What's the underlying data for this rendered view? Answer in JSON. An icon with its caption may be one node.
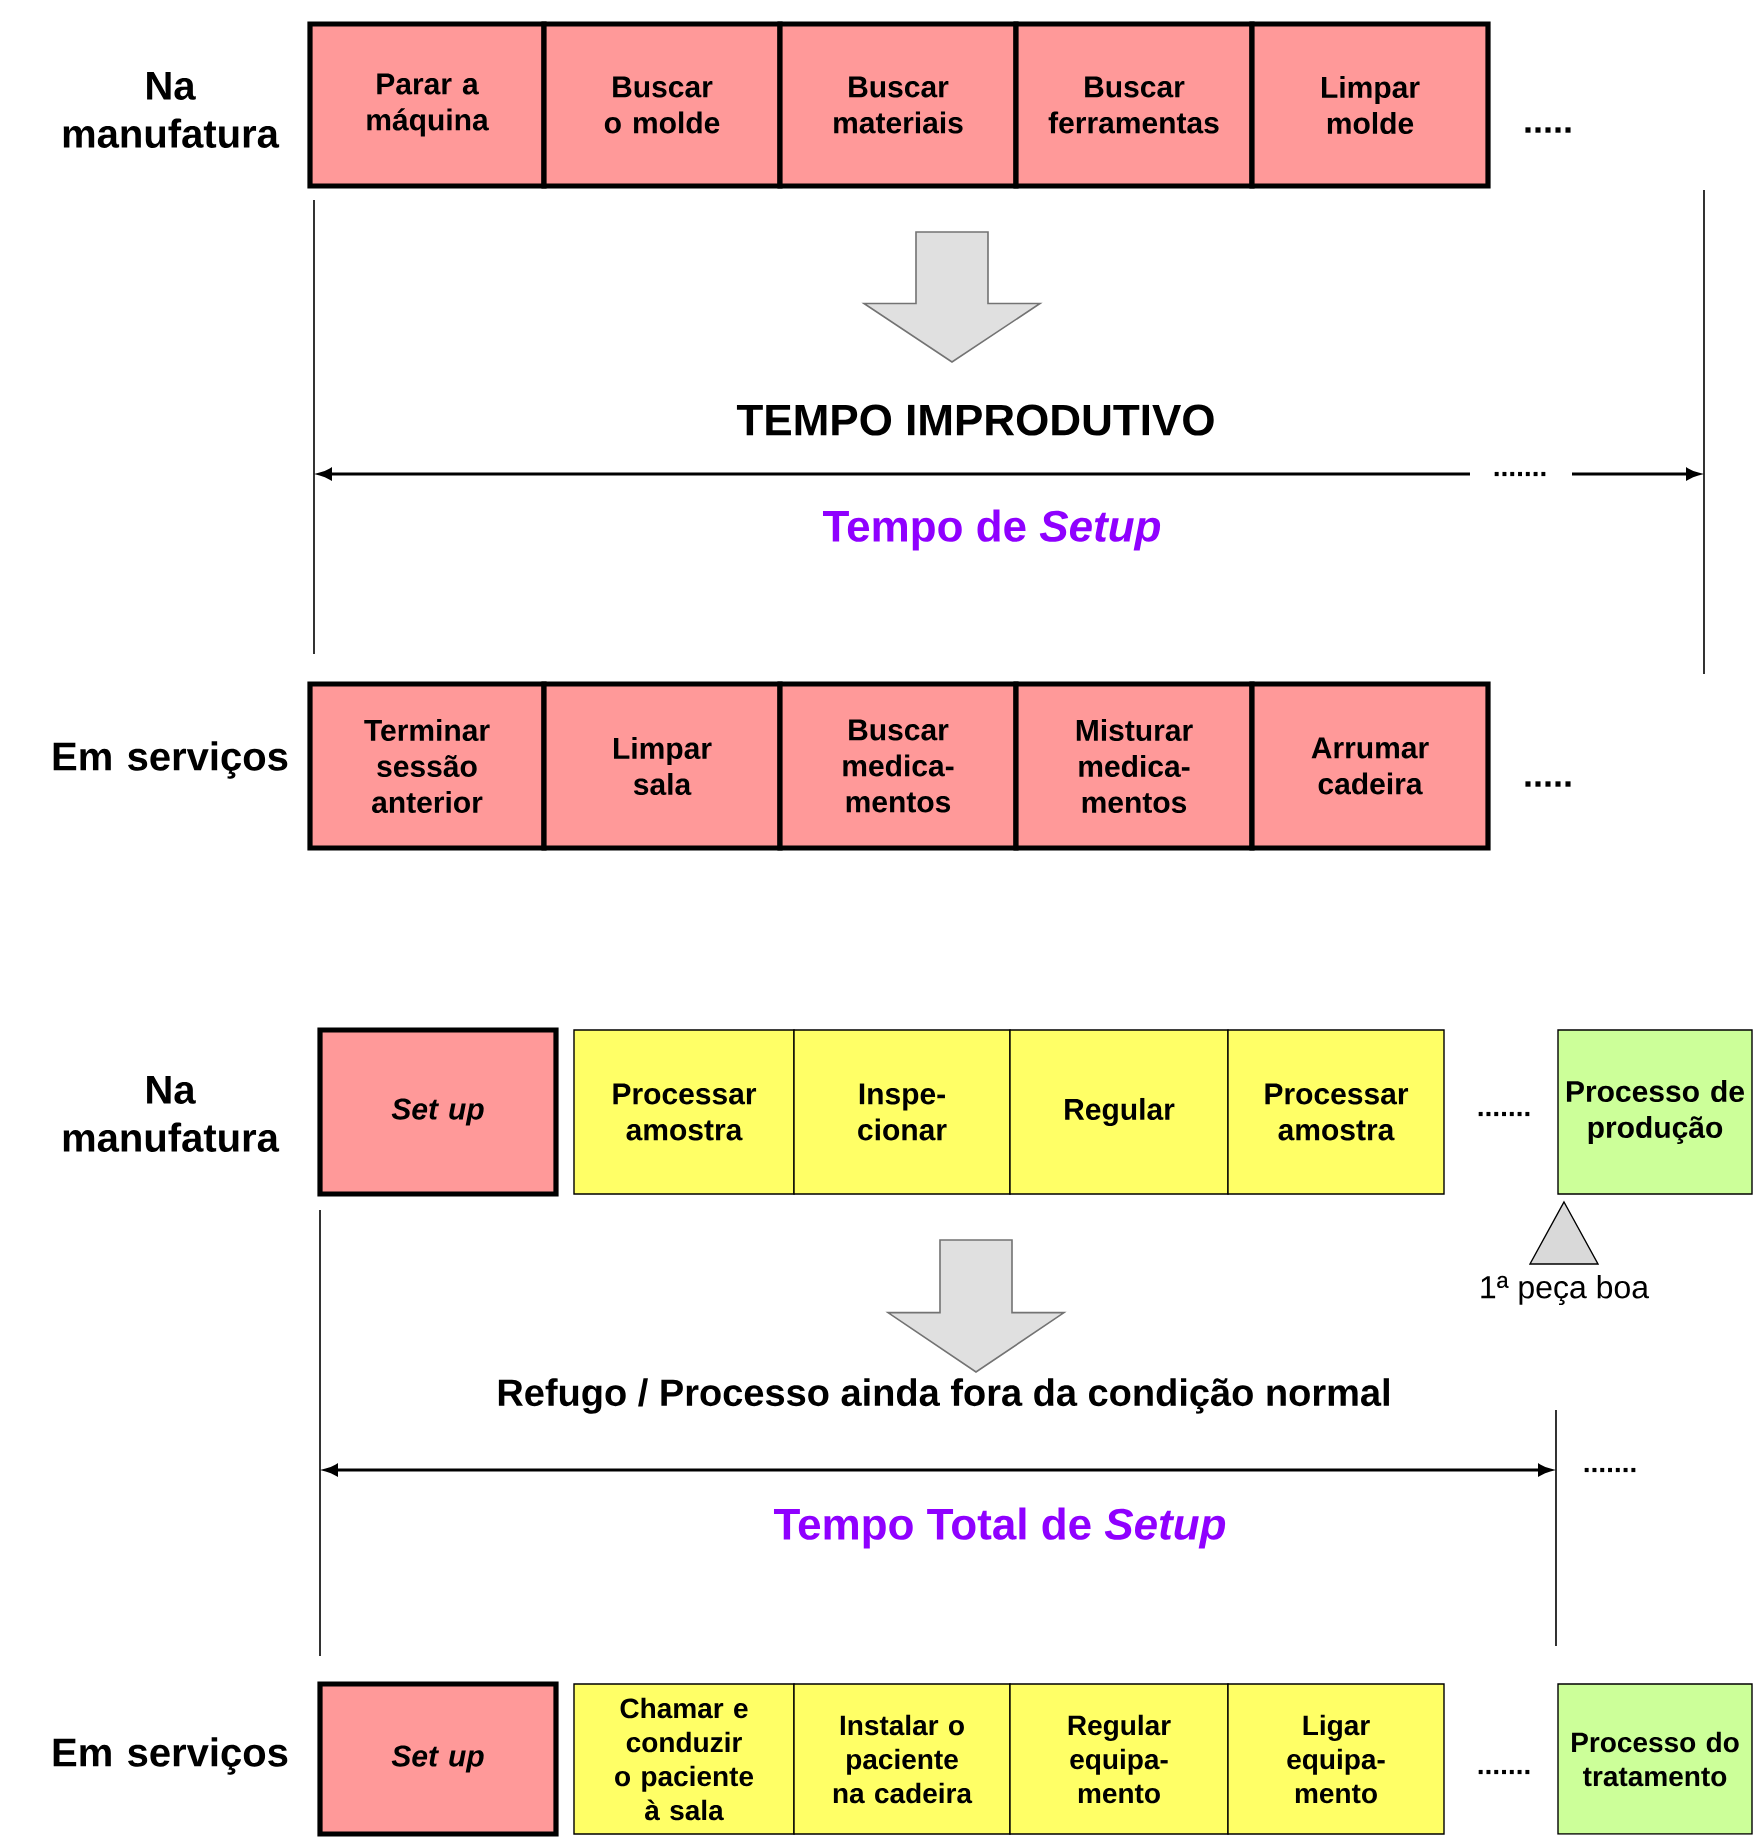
{
  "diagram": {
    "nodes": [
      {
        "text": [
          "Parar a máquina"
        ]
      },
      {
        "text": [
          "Buscar o molde"
        ]
      },
      {
        "text": [
          "Buscar materiais"
        ]
      },
      {
        "text": [
          "Buscar ferramentas"
        ]
      },
      {
        "text": [
          "Limpar molde"
        ]
      },
      {
        "text": [
          "Terminar sessão anterior"
        ]
      },
      {
        "text": [
          "Limpar sala"
        ]
      },
      {
        "text": [
          "Buscar medica- mentos"
        ]
      },
      {
        "text": [
          "Misturar medica- mentos"
        ]
      },
      {
        "text": [
          "Arrumar cadeira"
        ]
      },
      {
        "text": [
          "Set up"
        ]
      },
      {
        "text": [
          "Processar amostra"
        ]
      },
      {
        "text": [
          "Inspe- cionar"
        ]
      },
      {
        "text": [
          "Regular"
        ]
      },
      {
        "text": [
          "Processar amostra"
        ]
      },
      {
        "text": [
          "Processo de produção"
        ]
      },
      {
        "text": [
          "Set up"
        ]
      },
      {
        "text": [
          "Chamar e conduzir o paciente à sala"
        ]
      },
      {
        "text": [
          "Instalar o paciente na cadeira"
        ]
      },
      {
        "text": [
          "Regular equipa- mento"
        ]
      },
      {
        "text": [
          "Ligar equipa- mento"
        ]
      },
      {
        "text": [
          "Processo do tratamento"
        ]
      }
    ],
    "labels": [
      "Na manufatura",
      ".....",
      "TEMPO IMPRODUTIVO",
      ".......",
      "Tempo de *Setup*",
      "Em serviços",
      ".....",
      "Na manufatura",
      ".......",
      "1ª peça boa",
      "Refugo / Processo ainda fora da condição normal",
      ".......",
      "Tempo Total de *Setup*",
      "Em serviços",
      "......."
    ]
  }
}
